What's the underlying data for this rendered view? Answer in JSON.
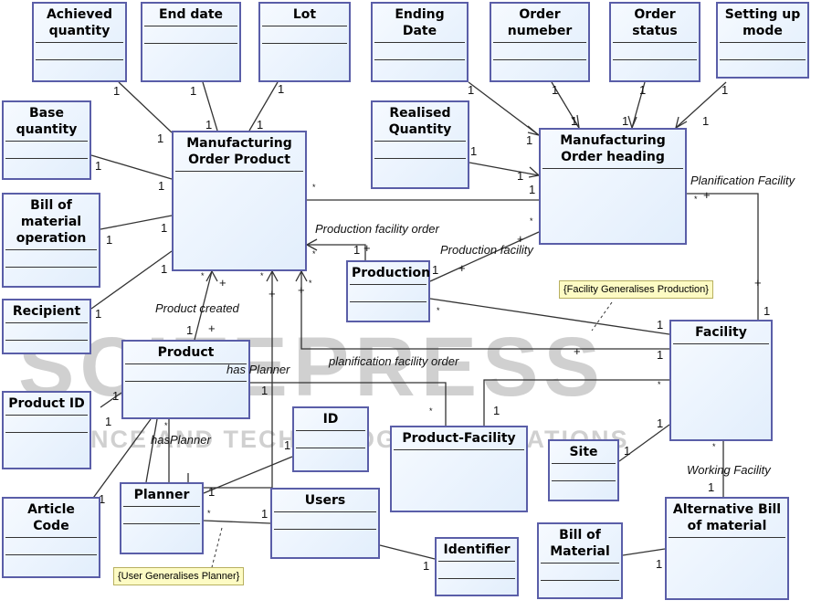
{
  "classes": {
    "achieved_quantity": "Achieved quantity",
    "end_date": "End date",
    "lot": "Lot",
    "ending_date": "Ending Date",
    "order_numeber": "Order numeber",
    "order_status": "Order status",
    "setting_up_mode": "Setting up mode",
    "base_quantity": "Base quantity",
    "realised_quantity": "Realised Quantity",
    "manufacturing_order_product": "Manufacturing Order Product",
    "manufacturing_order_heading": "Manufacturing Order heading",
    "bill_of_material_operation": "Bill of material operation",
    "recipient": "Recipient",
    "production": "Production",
    "facility": "Facility",
    "product": "Product",
    "product_id": "Product ID",
    "id": "ID",
    "product_facility": "Product-Facility",
    "site": "Site",
    "planner": "Planner",
    "users": "Users",
    "article_code": "Article Code",
    "alternative_bill_of_material": "Alternative Bill of material",
    "bill_of_material": "Bill of Material",
    "identifier": "Identifier"
  },
  "associations": {
    "production_facility_order": "Production facility order",
    "production_facility": "Production facility",
    "planification_facility": "Planification Facility",
    "product_created": "Product created",
    "has_planner_1": "has Planner",
    "has_planner_2": "hasPlanner",
    "planification_facility_order": "planification facility order",
    "working_facility": "Working Facility"
  },
  "notes": {
    "facility_generalises_production": "{Facility Generalises Production}",
    "user_generalises_planner": "{User Generalises Planner}"
  },
  "multiplicity": {
    "one": "1",
    "many": "*",
    "plus": "+"
  },
  "watermark": {
    "main": "SCITEPRESS",
    "sub": "SCIENCE AND TECHNOLOGY PUBLICATIONS"
  }
}
